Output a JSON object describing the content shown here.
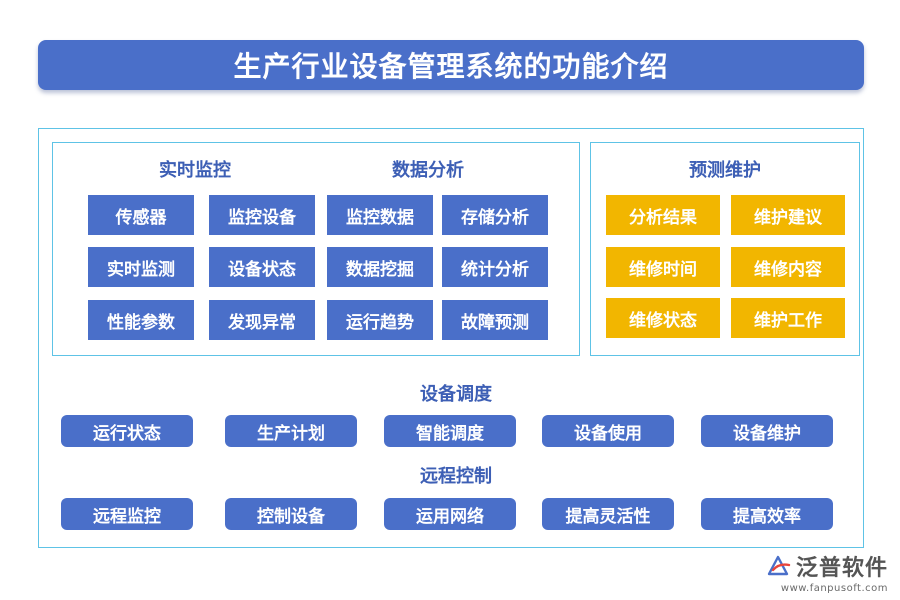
{
  "title": "生产行业设备管理系统的功能介绍",
  "sections": {
    "realtime": {
      "heading": "实时监控",
      "items": [
        "传感器",
        "监控设备",
        "实时监测",
        "设备状态",
        "性能参数",
        "发现异常"
      ]
    },
    "analysis": {
      "heading": "数据分析",
      "items": [
        "监控数据",
        "存储分析",
        "数据挖掘",
        "统计分析",
        "运行趋势",
        "故障预测"
      ]
    },
    "predictive": {
      "heading": "预测维护",
      "items": [
        "分析结果",
        "维护建议",
        "维修时间",
        "维修内容",
        "维修状态",
        "维护工作"
      ]
    },
    "scheduling": {
      "heading": "设备调度",
      "items": [
        "运行状态",
        "生产计划",
        "智能调度",
        "设备使用",
        "设备维护"
      ]
    },
    "remote": {
      "heading": "远程控制",
      "items": [
        "远程监控",
        "控制设备",
        "运用网络",
        "提高灵活性",
        "提高效率"
      ]
    }
  },
  "logo": {
    "name": "泛普软件",
    "url": "www.fanpusoft.com",
    "icon": "fanpu-logo-icon"
  },
  "colors": {
    "primary_blue": "#4a6fc9",
    "gold": "#f2b600",
    "border_cyan": "#5ec3e6",
    "heading_blue": "#3d5fb5"
  }
}
